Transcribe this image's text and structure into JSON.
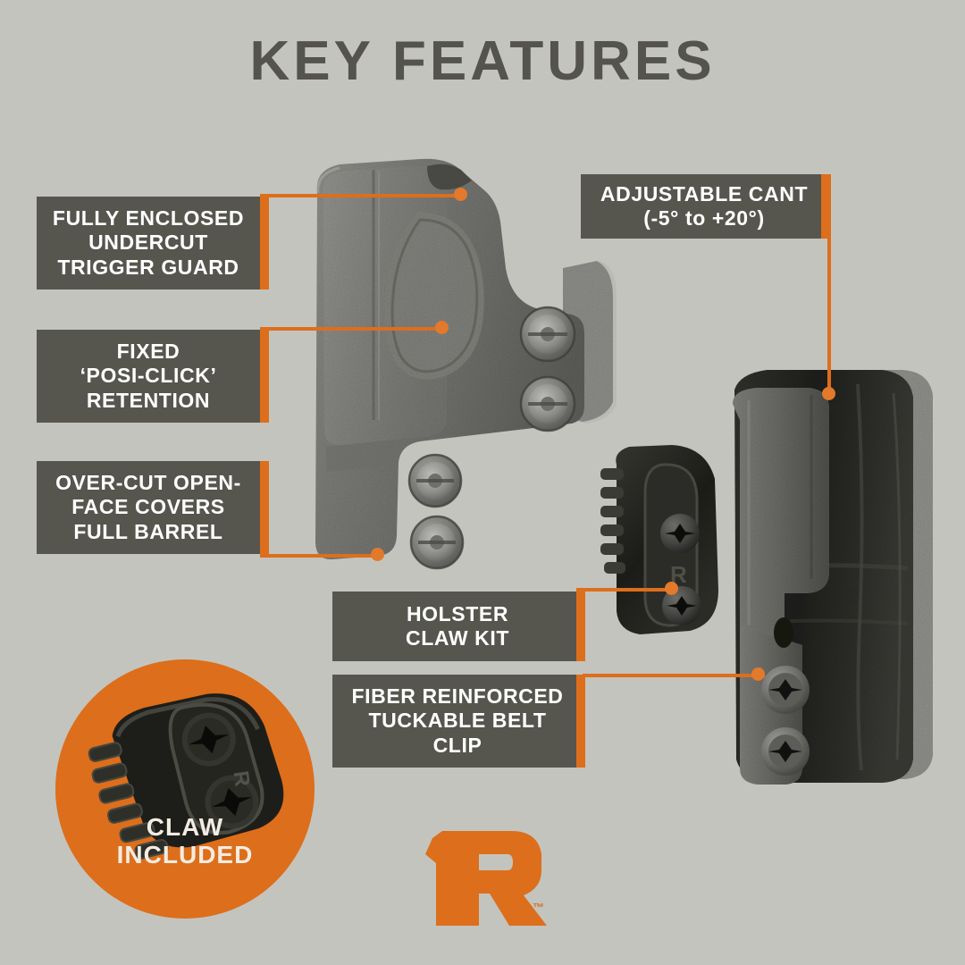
{
  "page": {
    "title": "KEY FEATURES",
    "background_color": "#c4c4be",
    "accent_color": "#dd6e1b",
    "label_bg_color": "#56564f",
    "title_color": "#54534f"
  },
  "callouts": [
    {
      "id": "fully-enclosed-undercut-trigger-guard",
      "text": "FULLY ENCLOSED\nUNDERCUT\nTRIGGER GUARD"
    },
    {
      "id": "fixed-posi-click-retention",
      "text": "FIXED\n‘POSI-CLICK’\nRETENTION"
    },
    {
      "id": "over-cut-open-face-covers-full-barrel",
      "text": "OVER-CUT OPEN-\nFACE COVERS\nFULL BARREL"
    },
    {
      "id": "adjustable-cant",
      "text": "ADJUSTABLE CANT\n(-5° to +20°)"
    },
    {
      "id": "holster-claw-kit",
      "text": "HOLSTER\nCLAW KIT"
    },
    {
      "id": "fiber-reinforced-tuckable-belt-clip",
      "text": "FIBER REINFORCED\nTUCKABLE BELT\nCLIP"
    }
  ],
  "badge": {
    "text": "CLAW\nINCLUDED",
    "color": "#dd6e1b",
    "text_color": "#f3ece2"
  },
  "logo": {
    "name": "r-brand-logo",
    "trademark": "™",
    "color": "#dd6e1b"
  },
  "product_images": {
    "main_holster": "holster-front-shell-photo",
    "assembly_holster": "holster-with-belt-clip-and-claw-photo",
    "claw_accessory": "holster-claw-accessory-photo"
  },
  "markings": {
    "claw_side_letter": "R"
  }
}
